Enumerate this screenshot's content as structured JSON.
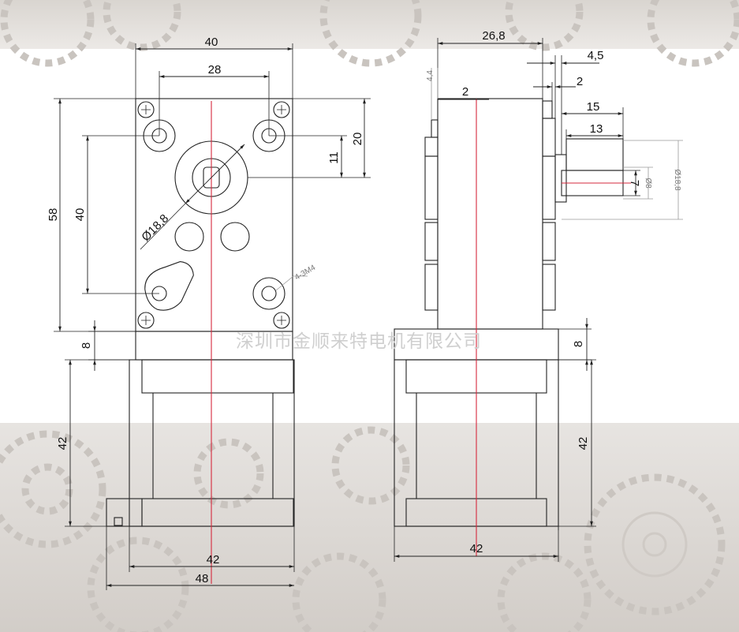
{
  "front_view": {
    "dims": {
      "width_top": "40",
      "hole_spacing_top": "28",
      "total_height": "58",
      "hole_spacing_vertical": "40",
      "offset_20": "20",
      "offset_11": "11",
      "boss_diameter": "Ø18,8",
      "screw_note": "4-3M4",
      "flange_height": "8",
      "motor_height": "42",
      "motor_width": "42",
      "base_width": "48"
    }
  },
  "side_view": {
    "dims": {
      "body_depth": "26,8",
      "flange_thickness": "4,5",
      "step_small": "2",
      "step_left": "2",
      "left_offset": "4,4",
      "shaft_length": "15",
      "shaft_flat_length": "13",
      "shaft_flat": "7",
      "shaft_diameter": "Ø8",
      "collar_diameter": "Ø18,8",
      "flange_height": "8",
      "motor_height": "42",
      "motor_width": "42"
    }
  },
  "watermark": "深圳市金顺来特电机有限公司"
}
